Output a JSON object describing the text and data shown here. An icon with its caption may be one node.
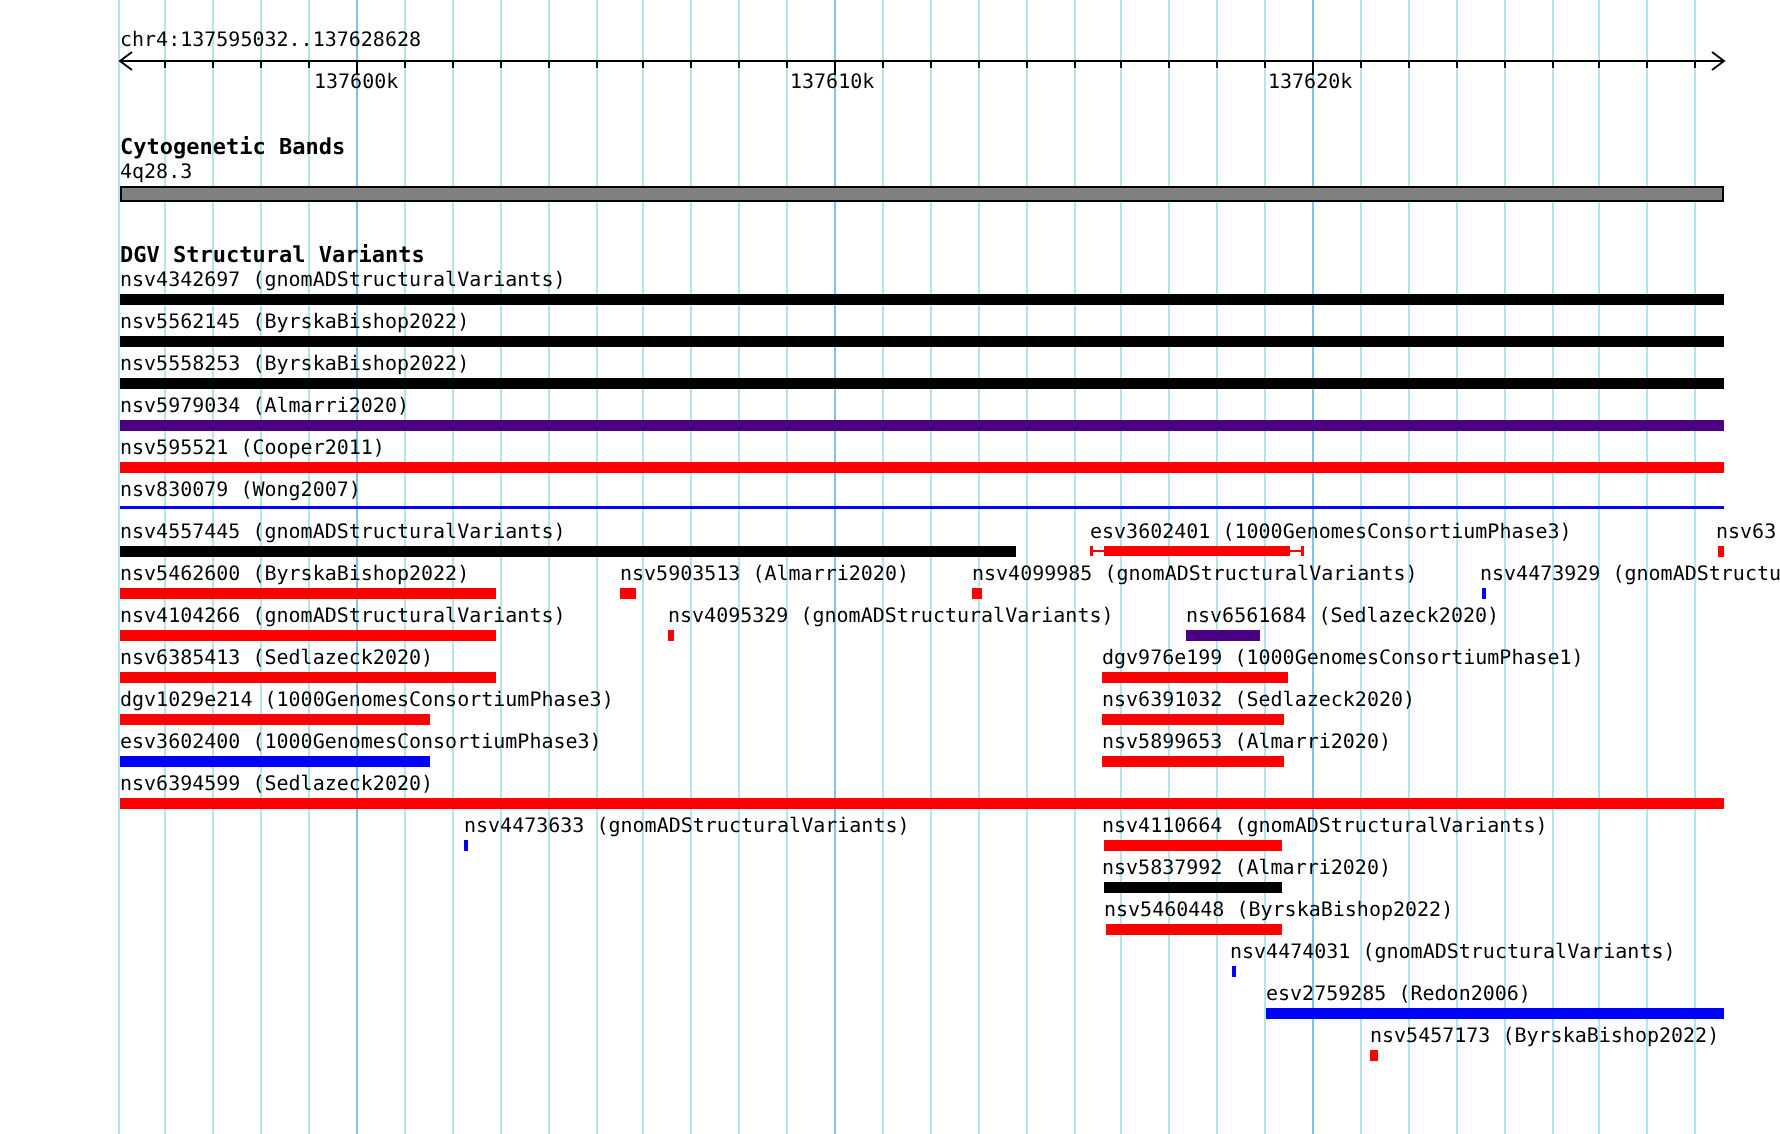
{
  "diagram": {
    "labels": [
      "chr4:137595032..137628628",
      "137600k",
      "137610k",
      "137620k",
      "Cytogenetic Bands",
      "4q28.3",
      "DGV Structural Variants",
      "nsv4342697 (gnomADStructuralVariants)",
      "nsv5562145 (ByrskaBishop2022)",
      "nsv5558253 (ByrskaBishop2022)",
      "nsv5979034 (Almarri2020)",
      "nsv595521 (Cooper2011)",
      "nsv830079 (Wong2007)",
      "nsv4557445 (gnomADStructuralVariants)",
      "esv3602401 (1000GenomesConsortiumPhase3)",
      "nsv63",
      "nsv5462600 (ByrskaBishop2022)",
      "nsv5903513 (Almarri2020)",
      "nsv4099985 (gnomADStructuralVariants)",
      "nsv4473929 (gnomADStructu",
      "nsv4104266 (gnomADStructuralVariants)",
      "nsv4095329 (gnomADStructuralVariants)",
      "nsv6561684 (Sedlazeck2020)",
      "nsv6385413 (Sedlazeck2020)",
      "dgv976e199 (1000GenomesConsortiumPhase1)",
      "dgv1029e214 (1000GenomesConsortiumPhase3)",
      "nsv6391032 (Sedlazeck2020)",
      "esv3602400 (1000GenomesConsortiumPhase3)",
      "nsv5899653 (Almarri2020)",
      "nsv6394599 (Sedlazeck2020)",
      "nsv4473633 (gnomADStructuralVariants)",
      "nsv4110664 (gnomADStructuralVariants)",
      "nsv5837992 (Almarri2020)",
      "nsv5460448 (ByrskaBishop2022)",
      "nsv4474031 (gnomADStructuralVariants)",
      "esv2759285 (Redon2006)",
      "nsv5457173 (ByrskaBishop2022)"
    ]
  }
}
